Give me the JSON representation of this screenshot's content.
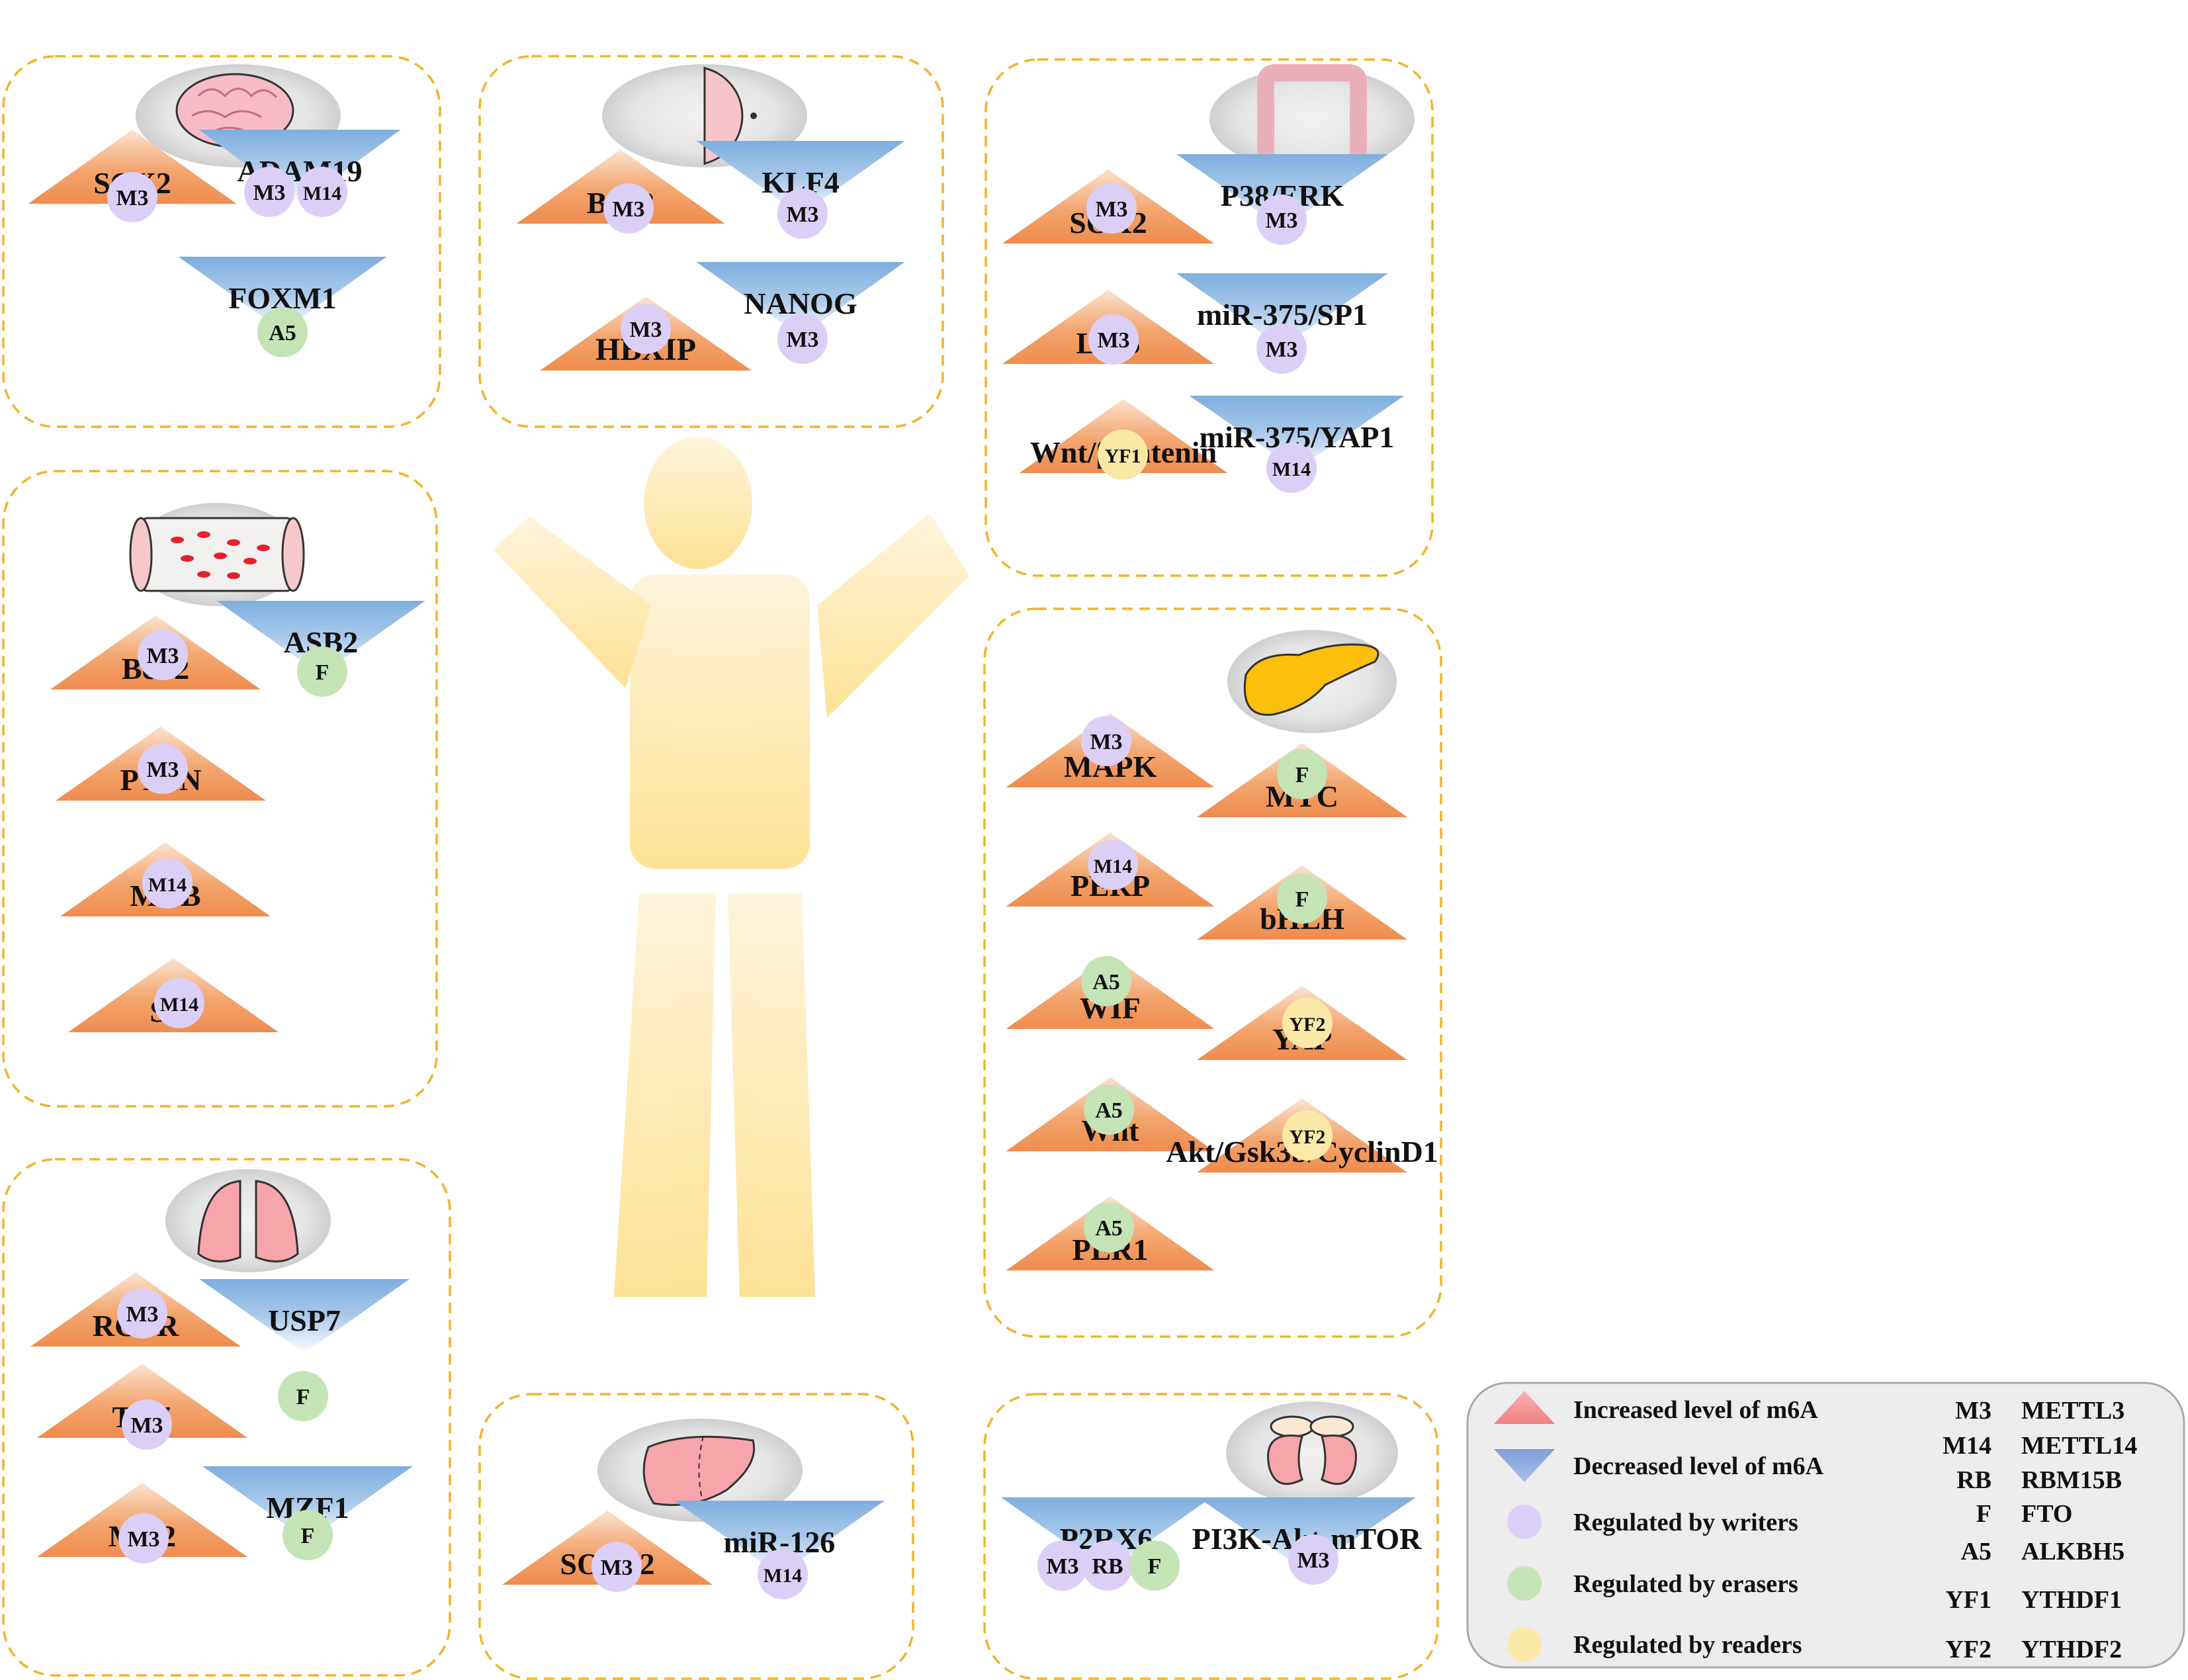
{
  "colors": {
    "writer": "#dccff7",
    "eraser": "#c4e4b6",
    "reader": "#fae9a6",
    "up_fill": "#f2a268",
    "down_fill": "#8ab4e0",
    "panel_border": "#f0b429",
    "body": "#fde8a8"
  },
  "panels": [
    {
      "id": "brain",
      "icon": "brain-icon",
      "genes": [
        {
          "label": "SOX2",
          "dir": "up",
          "badges": [
            {
              "text": "M3",
              "type": "writer"
            }
          ]
        },
        {
          "label": "ADAM19",
          "dir": "down",
          "badges": [
            {
              "text": "M3",
              "type": "writer"
            },
            {
              "text": "M14",
              "type": "writer"
            }
          ]
        },
        {
          "label": "FOXM1",
          "dir": "down",
          "badges": [
            {
              "text": "A5",
              "type": "eraser"
            }
          ]
        }
      ]
    },
    {
      "id": "breast",
      "icon": "breast-icon",
      "genes": [
        {
          "label": "Bcl-2",
          "dir": "up",
          "badges": [
            {
              "text": "M3",
              "type": "writer"
            }
          ]
        },
        {
          "label": "KLF4",
          "dir": "down",
          "badges": [
            {
              "text": "M3",
              "type": "writer"
            }
          ]
        },
        {
          "label": "HBXIP",
          "dir": "up",
          "badges": [
            {
              "text": "M3",
              "type": "writer"
            }
          ]
        },
        {
          "label": "NANOG",
          "dir": "down",
          "badges": [
            {
              "text": "M3",
              "type": "writer"
            }
          ]
        }
      ]
    },
    {
      "id": "colon",
      "icon": "colon-icon",
      "genes": [
        {
          "label": "SOX2",
          "dir": "up",
          "badges": [
            {
              "text": "M3",
              "type": "writer"
            }
          ]
        },
        {
          "label": "P38/ERK",
          "dir": "down",
          "badges": [
            {
              "text": "M3",
              "type": "writer"
            }
          ]
        },
        {
          "label": "Lgr5",
          "dir": "up",
          "badges": [
            {
              "text": "M3",
              "type": "writer"
            }
          ]
        },
        {
          "label": "miR-375/SP1",
          "dir": "down",
          "badges": [
            {
              "text": "M3",
              "type": "writer"
            }
          ]
        },
        {
          "label": "Wnt/β-catenin",
          "dir": "up",
          "badges": [
            {
              "text": "YF1",
              "type": "reader"
            }
          ]
        },
        {
          "label": "miR-375/YAP1",
          "dir": "down",
          "badges": [
            {
              "text": "M14",
              "type": "writer"
            }
          ]
        }
      ]
    },
    {
      "id": "blood",
      "icon": "blood-vessel-icon",
      "genes": [
        {
          "label": "Bcl-2",
          "dir": "up",
          "badges": [
            {
              "text": "M3",
              "type": "writer"
            }
          ]
        },
        {
          "label": "ASB2",
          "dir": "down",
          "badges": [
            {
              "text": "F",
              "type": "eraser"
            }
          ]
        },
        {
          "label": "PTEN",
          "dir": "up",
          "badges": [
            {
              "text": "M3",
              "type": "writer"
            }
          ]
        },
        {
          "label": "MYB",
          "dir": "up",
          "badges": [
            {
              "text": "M14",
              "type": "writer"
            }
          ]
        },
        {
          "label": "SPI",
          "dir": "up",
          "badges": [
            {
              "text": "M14",
              "type": "writer"
            }
          ]
        }
      ]
    },
    {
      "id": "pancreas",
      "icon": "pancreas-icon",
      "genes": [
        {
          "label": "MAPK",
          "dir": "up",
          "badges": [
            {
              "text": "M3",
              "type": "writer"
            }
          ]
        },
        {
          "label": "MYC",
          "dir": "up",
          "badges": [
            {
              "text": "F",
              "type": "eraser"
            }
          ]
        },
        {
          "label": "PERP",
          "dir": "up",
          "badges": [
            {
              "text": "M14",
              "type": "writer"
            }
          ]
        },
        {
          "label": "bHLH",
          "dir": "up",
          "badges": [
            {
              "text": "F",
              "type": "eraser"
            }
          ]
        },
        {
          "label": "WIF",
          "dir": "up",
          "badges": [
            {
              "text": "A5",
              "type": "eraser"
            }
          ]
        },
        {
          "label": "YAP",
          "dir": "up",
          "badges": [
            {
              "text": "YF2",
              "type": "reader"
            }
          ]
        },
        {
          "label": "Wnt",
          "dir": "up",
          "badges": [
            {
              "text": "A5",
              "type": "eraser"
            }
          ]
        },
        {
          "label": "Akt/Gsk3b/CyclinD1",
          "dir": "up",
          "badges": [
            {
              "text": "YF2",
              "type": "reader"
            }
          ]
        },
        {
          "label": "PER1",
          "dir": "up",
          "badges": [
            {
              "text": "A5",
              "type": "eraser"
            }
          ]
        }
      ]
    },
    {
      "id": "lung",
      "icon": "lung-icon",
      "genes": [
        {
          "label": "RGFR",
          "dir": "up",
          "badges": [
            {
              "text": "M3",
              "type": "writer"
            }
          ]
        },
        {
          "label": "USP7",
          "dir": "down",
          "badges": [
            {
              "text": "F",
              "type": "eraser"
            }
          ]
        },
        {
          "label": "TAZ",
          "dir": "up",
          "badges": [
            {
              "text": "M3",
              "type": "writer"
            }
          ]
        },
        {
          "label": "MK2",
          "dir": "up",
          "badges": [
            {
              "text": "M3",
              "type": "writer"
            }
          ]
        },
        {
          "label": "MZF1",
          "dir": "down",
          "badges": [
            {
              "text": "F",
              "type": "eraser"
            }
          ]
        }
      ]
    },
    {
      "id": "liver",
      "icon": "liver-icon",
      "genes": [
        {
          "label": "SOCS2",
          "dir": "up",
          "badges": [
            {
              "text": "M3",
              "type": "writer"
            }
          ]
        },
        {
          "label": "miR-126",
          "dir": "down",
          "badges": [
            {
              "text": "M14",
              "type": "writer"
            }
          ]
        }
      ]
    },
    {
      "id": "kidney",
      "icon": "kidney-icon",
      "genes": [
        {
          "label": "P2RX6",
          "dir": "down",
          "badges": [
            {
              "text": "M3",
              "type": "writer"
            },
            {
              "text": "RB",
              "type": "writer"
            },
            {
              "text": "F",
              "type": "eraser"
            }
          ]
        },
        {
          "label": "PI3K-Akt-mTOR",
          "dir": "down",
          "badges": [
            {
              "text": "M3",
              "type": "writer"
            }
          ]
        }
      ]
    }
  ],
  "legend": {
    "entries": [
      {
        "symbol": "up",
        "label": "Increased level of m6A"
      },
      {
        "symbol": "down",
        "label": "Decreased level of m6A"
      },
      {
        "symbol": "writer",
        "label": "Regulated by writers"
      },
      {
        "symbol": "eraser",
        "label": "Regulated by erasers"
      },
      {
        "symbol": "reader",
        "label": "Regulated by readers"
      }
    ],
    "abbreviations": [
      {
        "abbr": "M3",
        "name": "METTL3"
      },
      {
        "abbr": "M14",
        "name": "METTL14"
      },
      {
        "abbr": "RB",
        "name": "RBM15B"
      },
      {
        "abbr": "F",
        "name": "FTO"
      },
      {
        "abbr": "A5",
        "name": "ALKBH5"
      },
      {
        "abbr": "YF1",
        "name": "YTHDF1"
      },
      {
        "abbr": "YF2",
        "name": "YTHDF2"
      }
    ]
  }
}
